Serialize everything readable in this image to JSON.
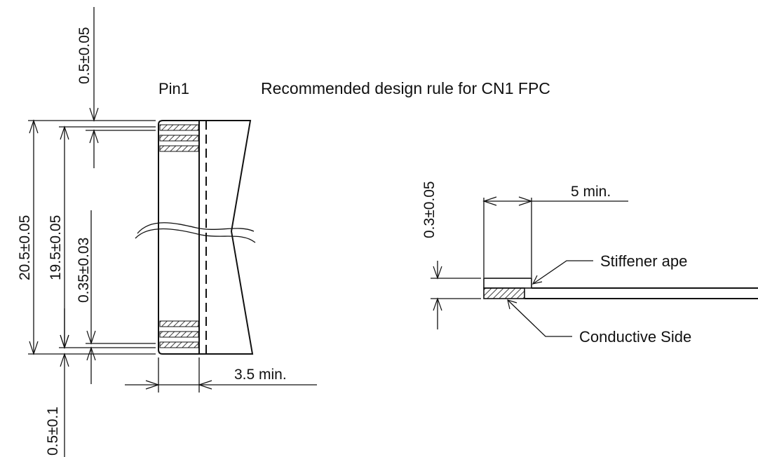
{
  "title": "Recommended design rule for CN1 FPC",
  "pin_label": "Pin1",
  "left_view": {
    "dim_top_gap": "0.5±0.05",
    "dim_overall": "20.5±0.05",
    "dim_pitch_span": "19.5±0.05",
    "dim_pin_width": "0.35±0.03",
    "dim_bottom_gap": "0.5±0.1",
    "dim_contact_length": "3.5 min."
  },
  "side_view": {
    "dim_thickness": "0.3±0.05",
    "dim_stiffener_length": "5 min.",
    "label_stiffener": "Stiffener ape",
    "label_conductive": "Conductive Side"
  },
  "colors": {
    "ink": "#111111",
    "paper": "#ffffff"
  }
}
